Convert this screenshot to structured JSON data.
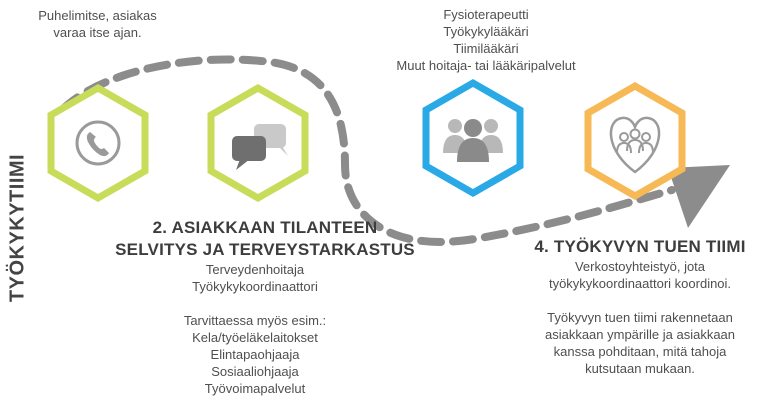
{
  "side_label": "TYÖKYKYTIIMI",
  "step1": {
    "note_lines": [
      "Puhelimitse, asiakas",
      "varaa itse ajan."
    ],
    "icon": "phone-icon",
    "color": "#c8dc5a"
  },
  "step2": {
    "title_lines": [
      "2. ASIAKKAAN TILANTEEN",
      "SELVITYS JA TERVEYSTARKASTUS"
    ],
    "lines": [
      "Terveydenhoitaja",
      "Työkykykoordinaattori",
      "",
      "Tarvittaessa myös esim.:",
      "Kela/työeläkelaitokset",
      "Elintapaohjaaja",
      "Sosiaaliohjaaja",
      "Työvoimapalvelut"
    ],
    "icon": "chat-bubbles-icon",
    "color": "#c8dc5a"
  },
  "step3": {
    "note_lines": [
      "Fysioterapeutti",
      "Työkykylääkäri",
      "Tiimilääkäri",
      "Muut hoitaja- tai lääkäripalvelut"
    ],
    "icon": "group-icon",
    "color": "#29a9e6"
  },
  "step4": {
    "title": "4. TYÖKYVYN TUEN TIIMI",
    "lines": [
      "Verkostoyhteistyö, jota",
      "työkykykoordinaattori koordinoi.",
      "",
      "Työkyvyn tuen tiimi rakennetaan",
      "asiakkaan ympärille ja asiakkaan",
      "kanssa pohditaan, mitä tahoja",
      "kutsutaan mukaan."
    ],
    "icon": "heart-people-icon",
    "color": "#f6b955"
  },
  "path_color": "#8c8c8c"
}
